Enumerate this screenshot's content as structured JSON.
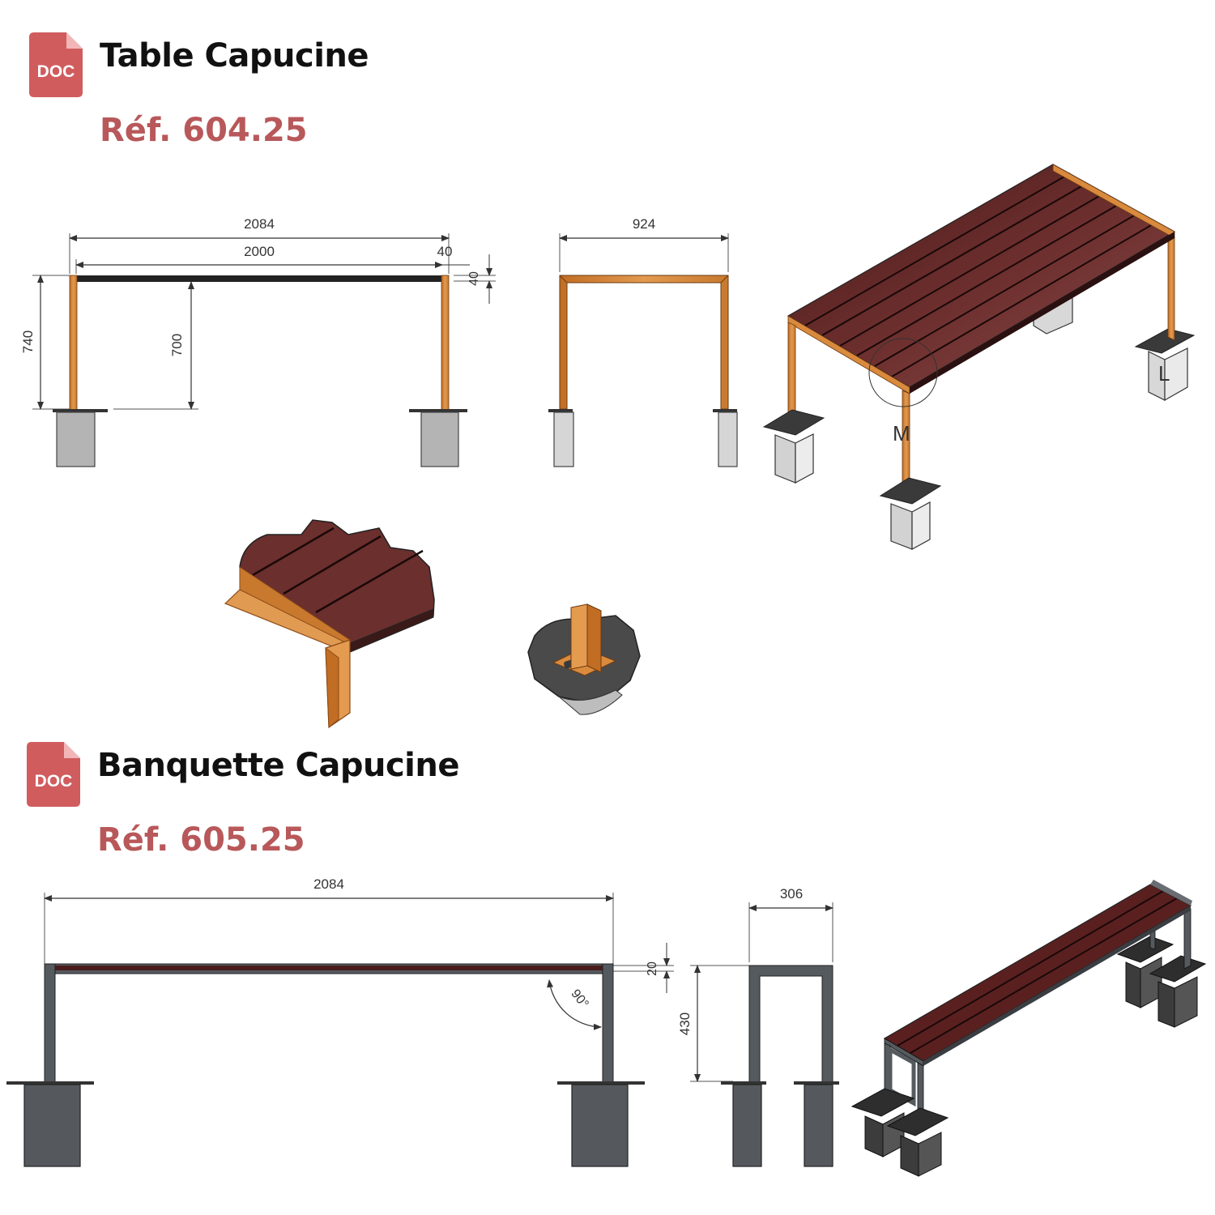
{
  "colors": {
    "accent": "#b8585a",
    "doc_icon": "#d05c5e",
    "wood_frame": "#d98a3d",
    "wood_slat": "#5c2423",
    "steel": "#555a5f",
    "concrete": "#d6d6d6"
  },
  "table": {
    "doc_icon": {
      "name": "doc-file-icon",
      "label": "DOC"
    },
    "title": "Table Capucine",
    "ref": "Réf. 604.25",
    "front_view": {
      "overall_length": "2084",
      "inner_length": "2000",
      "leg_width": "40",
      "top_thickness": "40",
      "total_height": "740",
      "inner_height": "700"
    },
    "side_view": {
      "depth": "924"
    },
    "iso_view": {
      "detail_m_label": "M",
      "detail_l_label": "L"
    }
  },
  "banquette": {
    "doc_icon": {
      "name": "doc-file-icon",
      "label": "DOC"
    },
    "title": "Banquette Capucine",
    "ref": "Réf. 605.25",
    "front_view": {
      "overall_length": "2084",
      "seat_thickness": "20",
      "angle": "90°"
    },
    "side_view": {
      "depth": "306",
      "height": "430"
    }
  }
}
